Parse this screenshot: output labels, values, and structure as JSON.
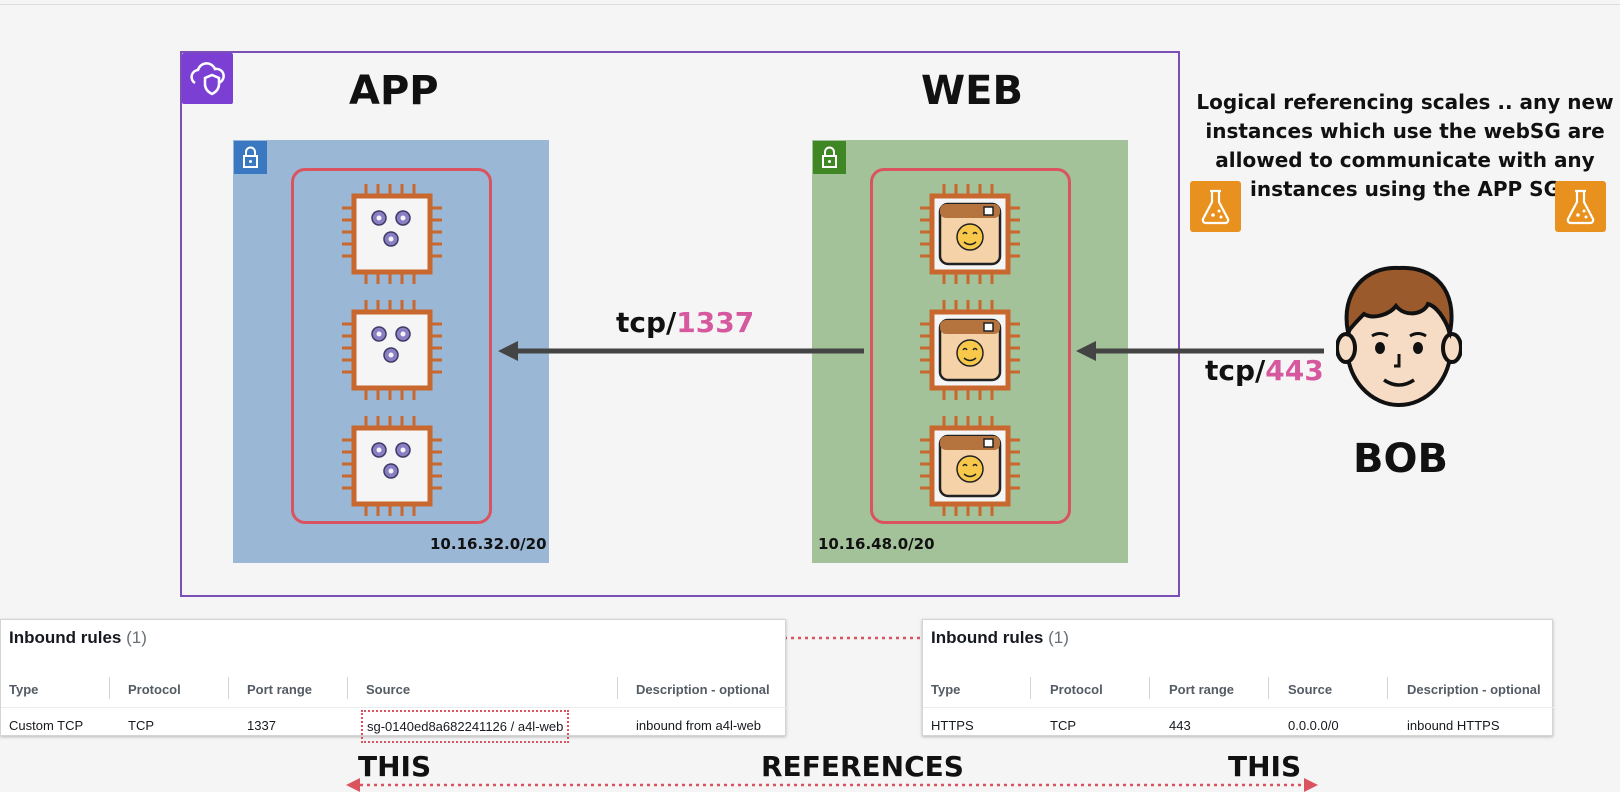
{
  "diagram": {
    "app_title": "APP",
    "web_title": "WEB",
    "app_cidr": "10.16.32.0/20",
    "web_cidr": "10.16.48.0/20",
    "app_port_prefix": "tcp/",
    "app_port": "1337",
    "web_port_prefix": "tcp/",
    "web_port": "443",
    "user_name": "BOB",
    "note": "Logical referencing scales .. any new instances which use the webSG are allowed to communicate with any instances using the APP SG",
    "references_left": "THIS",
    "references_middle": "REFERENCES",
    "references_right": "THIS",
    "icons": [
      "vpc-shield-icon",
      "lock-icon",
      "ec2-instance-icon",
      "gear-icon",
      "flask-icon",
      "user-face-icon"
    ],
    "colors": {
      "vpc_border": "#7b4fb5",
      "app_subnet": "#9ab7d6",
      "web_subnet": "#a4c29a",
      "sg_border": "#d9545e",
      "accent_pink": "#d6589f",
      "chip": "#c8682f"
    }
  },
  "left_table": {
    "title": "Inbound rules",
    "count": "(1)",
    "headers": [
      "Type",
      "Protocol",
      "Port range",
      "Source",
      "Description - optional"
    ],
    "row": [
      "Custom TCP",
      "TCP",
      "1337",
      "sg-0140ed8a682241126 / a4l-web",
      "inbound from a4l-web"
    ]
  },
  "right_table": {
    "title": "Inbound rules",
    "count": "(1)",
    "headers": [
      "Type",
      "Protocol",
      "Port range",
      "Source",
      "Description - optional"
    ],
    "row": [
      "HTTPS",
      "TCP",
      "443",
      "0.0.0.0/0",
      "inbound HTTPS"
    ]
  }
}
